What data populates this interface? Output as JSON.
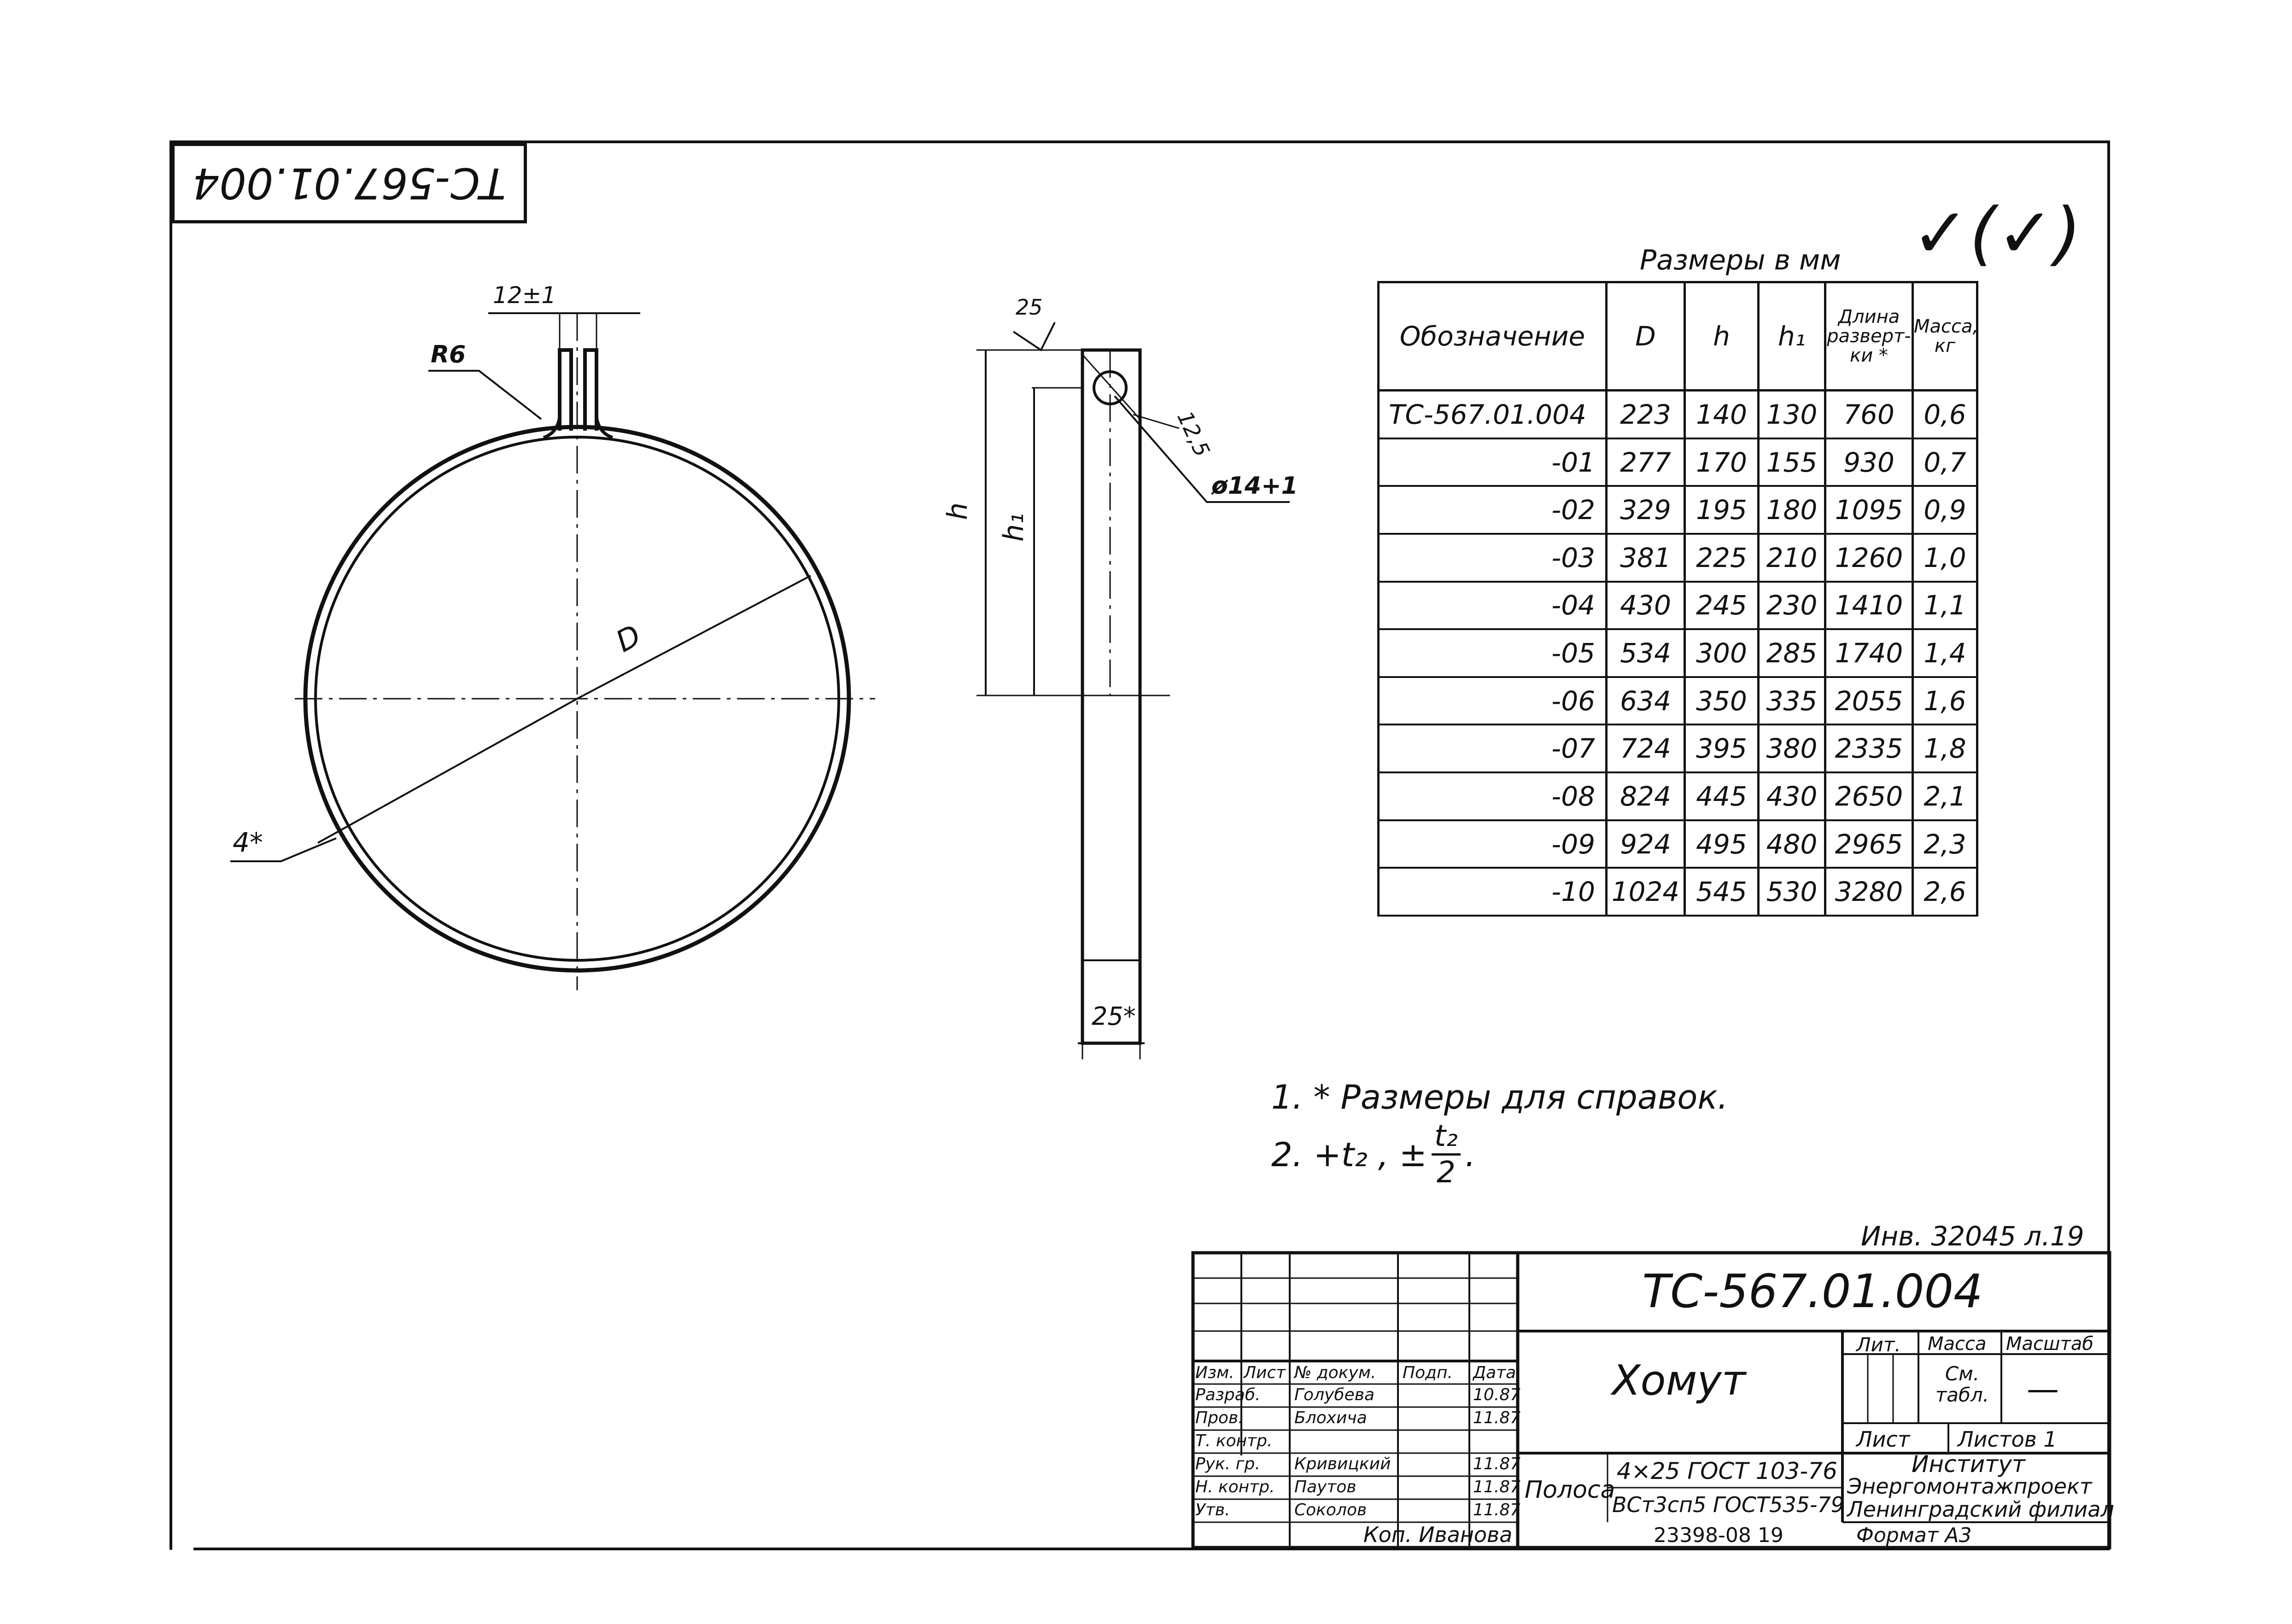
{
  "drawing": {
    "stamp_code": "ТС-567.01.004",
    "check_mark": "✓(✓)",
    "dimensions": {
      "tab_width": "12±1",
      "bend_radius": "R6",
      "diameter": "D",
      "thickness": "4*",
      "roughness": "25",
      "offset": "12,5",
      "hole": "ø14+1",
      "height": "h",
      "height_1": "h₁",
      "strip_width": "25*"
    }
  },
  "table": {
    "caption": "Размеры в мм",
    "headers": [
      "Обозначение",
      "D",
      "h",
      "h₁",
      "Длина разверт-ки *",
      "Масса, кг"
    ],
    "rows": [
      [
        "ТС-567.01.004",
        "223",
        "140",
        "130",
        "760",
        "0,6"
      ],
      [
        "-01",
        "277",
        "170",
        "155",
        "930",
        "0,7"
      ],
      [
        "-02",
        "329",
        "195",
        "180",
        "1095",
        "0,9"
      ],
      [
        "-03",
        "381",
        "225",
        "210",
        "1260",
        "1,0"
      ],
      [
        "-04",
        "430",
        "245",
        "230",
        "1410",
        "1,1"
      ],
      [
        "-05",
        "534",
        "300",
        "285",
        "1740",
        "1,4"
      ],
      [
        "-06",
        "634",
        "350",
        "335",
        "2055",
        "1,6"
      ],
      [
        "-07",
        "724",
        "395",
        "380",
        "2335",
        "1,8"
      ],
      [
        "-08",
        "824",
        "445",
        "430",
        "2650",
        "2,1"
      ],
      [
        "-09",
        "924",
        "495",
        "480",
        "2965",
        "2,3"
      ],
      [
        "-10",
        "1024",
        "545",
        "530",
        "3280",
        "2,6"
      ]
    ]
  },
  "notes": {
    "note1": "1. * Размеры для справок.",
    "note2_prefix": "2. ",
    "note2_a": "+t₂ , ±",
    "note2_num": "t₂",
    "note2_den": "2",
    "note2_end": "."
  },
  "archive": "Инв. 32045 л.19",
  "title_block": {
    "designation": "ТС-567.01.004",
    "name": "Хомут",
    "header_labels": [
      "Изм.",
      "Лист",
      "№ докум.",
      "Подп.",
      "Дата"
    ],
    "people": [
      {
        "role": "Разраб.",
        "name": "Голубева",
        "date": "10.87"
      },
      {
        "role": "Пров.",
        "name": "Блохичa",
        "date": "11.87"
      },
      {
        "role": "Т. контр.",
        "name": "",
        "date": ""
      },
      {
        "role": "Рук. гр.",
        "name": "Кривицкий",
        "date": "11.87"
      },
      {
        "role": "Н. контр.",
        "name": "Паутов",
        "date": "11.87"
      },
      {
        "role": "Утв.",
        "name": "Соколов",
        "date": "11.87"
      }
    ],
    "lit_label": "Лит.",
    "mass_label": "Масса",
    "scale_label": "Масштаб",
    "mass_value": "См. табл.",
    "scale_value": "—",
    "sheet_label": "Лист",
    "sheets_label": "Листов 1",
    "material_label": "Полоса",
    "material_line1": "4×25 ГОСТ 103-76",
    "material_line2": "ВСт3сп5 ГОСТ535-79",
    "institute_line1": "Институт",
    "institute_line2": "Энергомонтажпроект",
    "institute_line3": "Ленинградский филиал",
    "copied_by": "Коп. Иванова",
    "archive_number": "23398-08 19",
    "format": "Формат А3"
  }
}
